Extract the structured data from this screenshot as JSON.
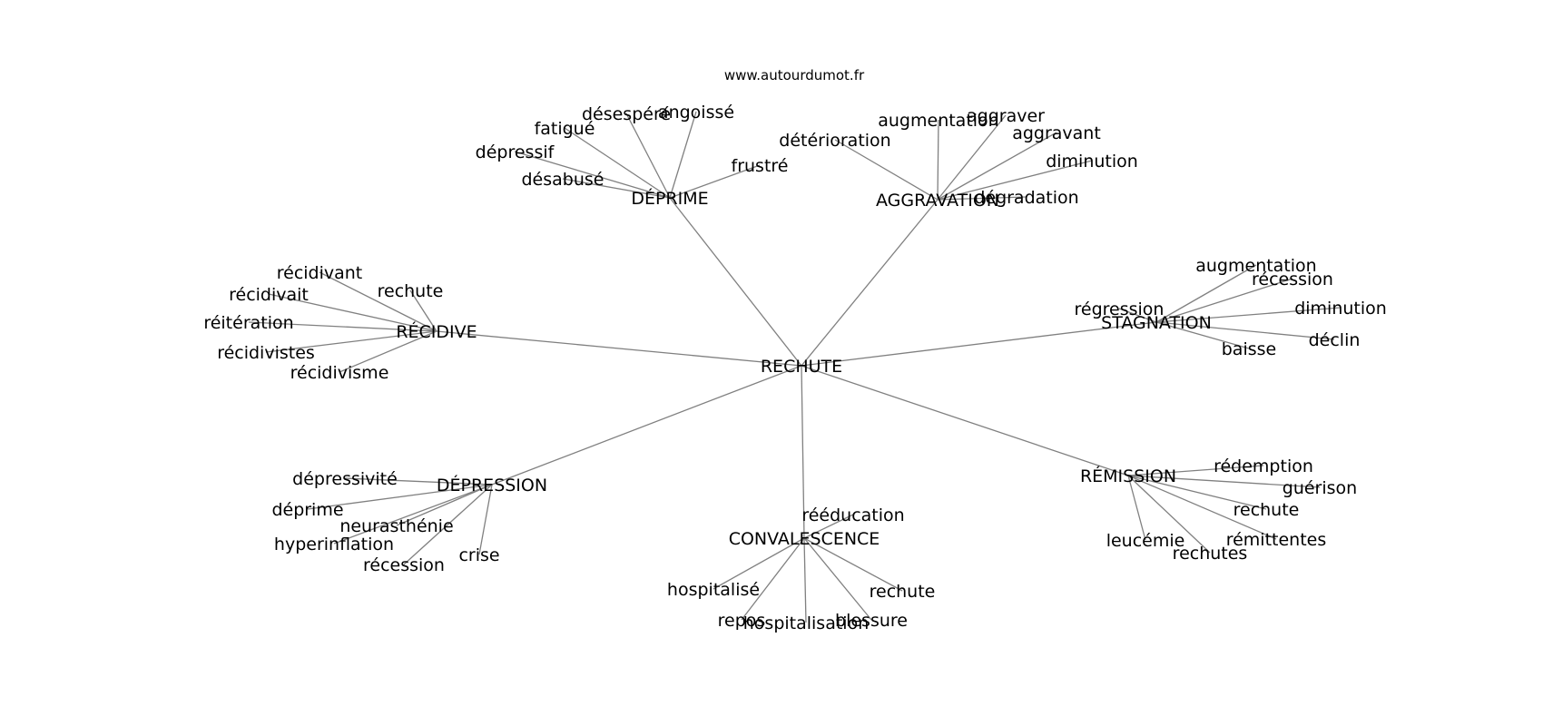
{
  "credit": "www.autourdumot.fr",
  "root": {
    "id": "root",
    "label": "RECHUTE"
  },
  "clusters": [
    {
      "id": "deprime",
      "label": "DÉPRIME",
      "words": [
        "désespéré",
        "angoissé",
        "fatigué",
        "dépressif",
        "désabusé",
        "frustré"
      ]
    },
    {
      "id": "aggravation",
      "label": "AGGRAVATION",
      "words": [
        "augmentation",
        "aggraver",
        "aggravant",
        "diminution",
        "dégradation",
        "détérioration"
      ]
    },
    {
      "id": "recidive",
      "label": "RÉCIDIVE",
      "words": [
        "récidivant",
        "récidivait",
        "rechute",
        "réitération",
        "récidivistes",
        "récidivisme"
      ]
    },
    {
      "id": "stagnation",
      "label": "STAGNATION",
      "words": [
        "augmentation",
        "récession",
        "régression",
        "diminution",
        "déclin",
        "baisse"
      ]
    },
    {
      "id": "depression",
      "label": "DÉPRESSION",
      "words": [
        "dépressivité",
        "déprime",
        "neurasthénie",
        "hyperinflation",
        "récession",
        "crise"
      ]
    },
    {
      "id": "convalescence",
      "label": "CONVALESCENCE",
      "words": [
        "rééducation",
        "hospitalisé",
        "repos",
        "hospitalisation",
        "blessure",
        "rechute"
      ]
    },
    {
      "id": "remission",
      "label": "RÉMISSION",
      "words": [
        "rédemption",
        "guérison",
        "rechute",
        "rémittentes",
        "leucémie",
        "rechutes"
      ]
    }
  ]
}
